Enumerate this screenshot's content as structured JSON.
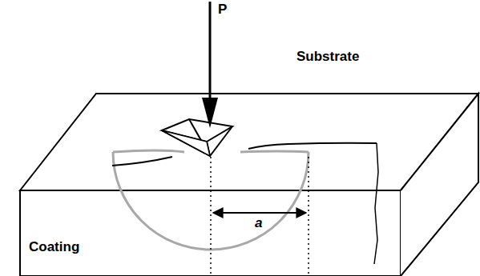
{
  "diagram": {
    "labels": [
      "P",
      "Substrate",
      "Coating",
      "a"
    ]
  }
}
